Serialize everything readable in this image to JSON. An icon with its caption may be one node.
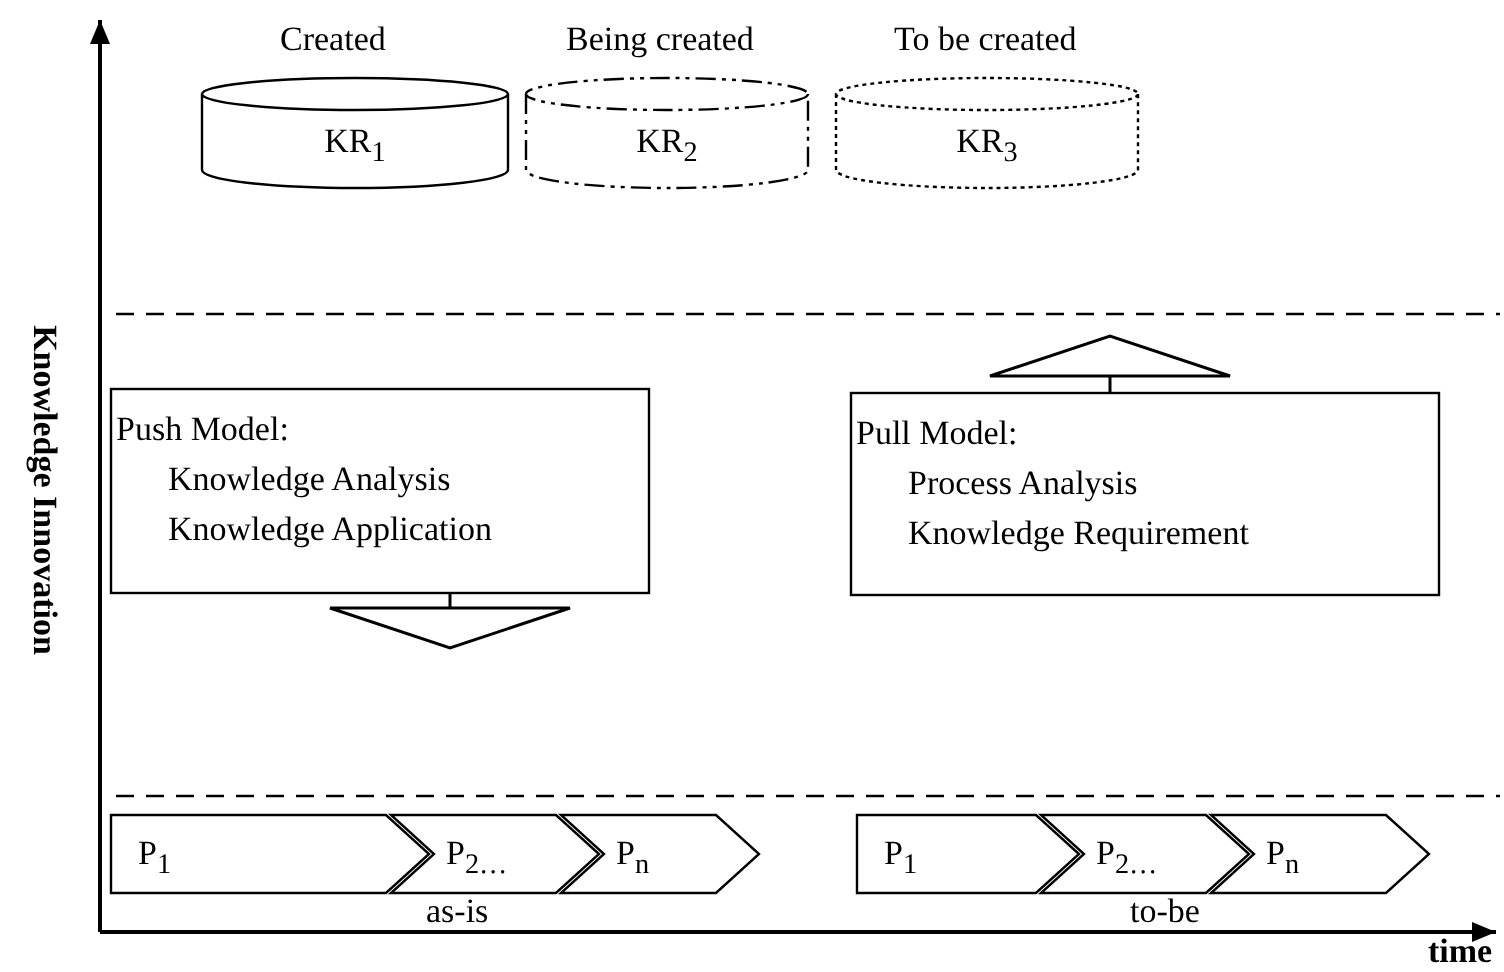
{
  "diagram": {
    "nodes": [
      {
        "text": [
          "KR$_{1}$"
        ],
        "beside": [
          "Created"
        ]
      },
      {
        "text": [
          "KR$_{2}$"
        ],
        "beside": [
          "Being created"
        ]
      },
      {
        "text": [
          "KR$_{3}$"
        ],
        "beside": [
          "To be created"
        ]
      },
      {
        "text": [
          "Push Model:",
          "Knowledge Analysis",
          "Knowledge Application"
        ]
      },
      {
        "text": [
          "Pull Model:",
          "Process Analysis",
          "Knowledge Requirement"
        ]
      },
      {
        "text": [
          "P$_{1}$"
        ]
      },
      {
        "text": [
          "P$_{2…}$"
        ]
      },
      {
        "text": [
          "P$_{n}$"
        ]
      },
      {
        "text": [
          "P$_{1}$"
        ]
      },
      {
        "text": [
          "P$_{2…}$"
        ]
      },
      {
        "text": [
          "P$_{n}$"
        ]
      }
    ],
    "edges": [
      {
        "from": 3,
        "to": null,
        "arrow": "to"
      },
      {
        "from": 4,
        "to": null,
        "arrow": "to"
      }
    ],
    "labels": [
      "Knowledge Innovation",
      "as-is",
      "to-be",
      "time"
    ]
  }
}
